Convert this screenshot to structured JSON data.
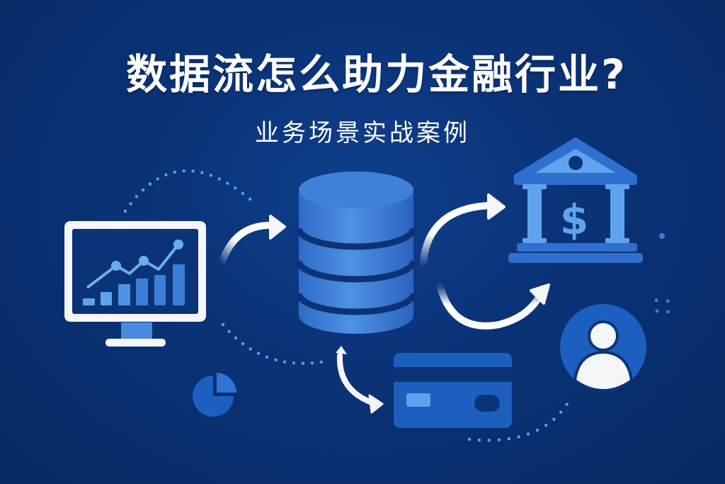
{
  "header": {
    "title": "数据流怎么助力金融行业?",
    "subtitle": "业务场景实战案例"
  },
  "illustration": {
    "icons": [
      {
        "name": "monitor-chart-icon",
        "label": "analytics dashboard"
      },
      {
        "name": "database-icon",
        "label": "database"
      },
      {
        "name": "bank-icon",
        "label": "bank",
        "symbol": "$"
      },
      {
        "name": "credit-card-icon",
        "label": "credit card"
      },
      {
        "name": "user-avatar-icon",
        "label": "customer"
      },
      {
        "name": "pie-chart-icon",
        "label": "pie chart"
      }
    ],
    "bank_symbol": "$"
  },
  "colors": {
    "background": "#0a3275",
    "primary_blue": "#2f6fd0",
    "light_blue": "#5fa3ee",
    "dark_blue": "#0b3478",
    "white": "#f4f6fa"
  }
}
